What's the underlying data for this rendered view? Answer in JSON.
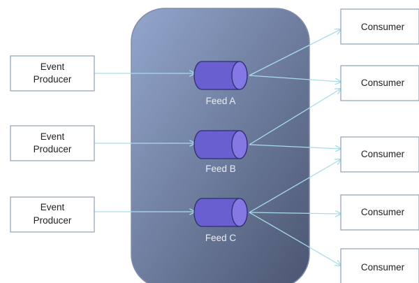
{
  "colors": {
    "hub_light": "#93a6cd",
    "hub_dark": "#4a5570",
    "hub_border": "#7f8bab",
    "feed_fill": "#6a5fd0",
    "feed_cap": "#8479e4",
    "feed_stroke": "#2f2d6e",
    "line": "#a8dcea",
    "box_border": "#8fa0b3"
  },
  "producers": [
    {
      "line1": "Event",
      "line2": "Producer"
    },
    {
      "line1": "Event",
      "line2": "Producer"
    },
    {
      "line1": "Event",
      "line2": "Producer"
    }
  ],
  "feeds": [
    {
      "label": "Feed A"
    },
    {
      "label": "Feed B"
    },
    {
      "label": "Feed C"
    }
  ],
  "consumers": [
    {
      "label": "Consumer"
    },
    {
      "label": "Consumer"
    },
    {
      "label": "Consumer"
    },
    {
      "label": "Consumer"
    },
    {
      "label": "Consumer"
    }
  ]
}
